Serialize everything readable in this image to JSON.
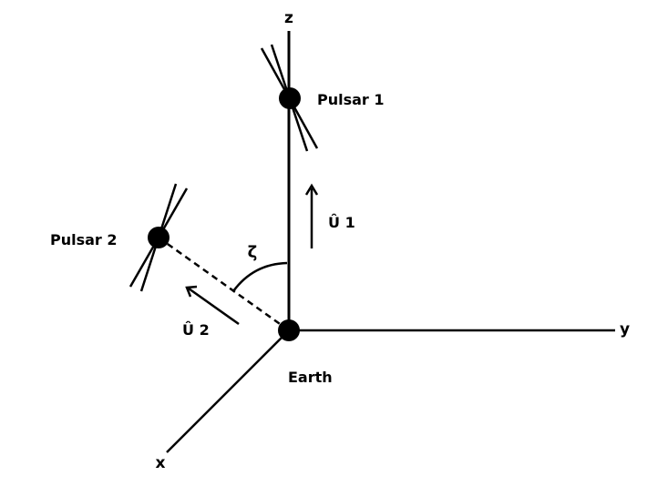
{
  "axes": {
    "x": "x",
    "y": "y",
    "z": "z"
  },
  "labels": {
    "pulsar1": "Pulsar 1",
    "pulsar2": "Pulsar 2",
    "earth": "Earth",
    "u1": "Û 1",
    "u2": "Û 2",
    "angle": "ζ"
  },
  "colors": {
    "stroke": "#000000",
    "background": "#ffffff"
  }
}
